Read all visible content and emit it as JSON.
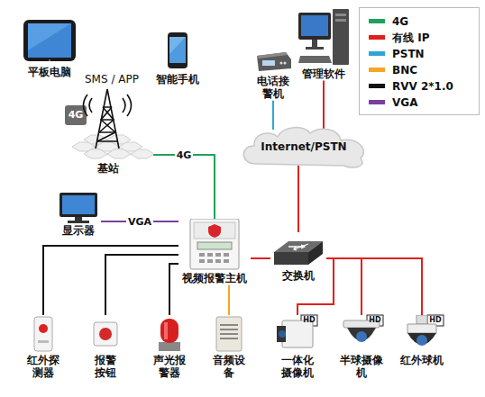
{
  "diagram": {
    "nodes": [
      {
        "text": [
          "平板电脑"
        ]
      },
      {
        "text": [
          "智能手机"
        ]
      },
      {
        "text": [
          "电话接警机"
        ]
      },
      {
        "text": [
          "管理软件"
        ]
      },
      {
        "text": [
          "基站"
        ]
      },
      {
        "text": [
          "Internet/PSTN"
        ]
      },
      {
        "text": [
          "显示器"
        ]
      },
      {
        "text": [
          "视频报警主机"
        ]
      },
      {
        "text": [
          "交换机"
        ]
      },
      {
        "text": [
          "红外探测器"
        ]
      },
      {
        "text": [
          "报警按钮"
        ]
      },
      {
        "text": [
          "声光报警器"
        ]
      },
      {
        "text": [
          "音频设备"
        ]
      },
      {
        "text": [
          "一体化摄像机"
        ]
      },
      {
        "text": [
          "半球摄像机"
        ]
      },
      {
        "text": [
          "红外球机"
        ]
      }
    ],
    "edges": [
      {
        "from": 4,
        "to": 7,
        "arrow": "none",
        "label": "4G"
      },
      {
        "from": 2,
        "to": 5,
        "arrow": "none"
      },
      {
        "from": 3,
        "to": 5,
        "arrow": "none"
      },
      {
        "from": 5,
        "to": 8,
        "arrow": "none"
      },
      {
        "from": 7,
        "to": 6,
        "arrow": "none",
        "label": "VGA"
      },
      {
        "from": 7,
        "to": 8,
        "arrow": "none"
      },
      {
        "from": 8,
        "to": 13,
        "arrow": "none"
      },
      {
        "from": 8,
        "to": 14,
        "arrow": "none"
      },
      {
        "from": 8,
        "to": 15,
        "arrow": "none"
      },
      {
        "from": 7,
        "to": 9,
        "arrow": "none"
      },
      {
        "from": 7,
        "to": 10,
        "arrow": "none"
      },
      {
        "from": 7,
        "to": 11,
        "arrow": "none"
      },
      {
        "from": 7,
        "to": 12,
        "arrow": "none"
      }
    ],
    "labels": [
      "SMS / APP",
      "4G",
      "HD",
      "HD",
      "HD"
    ],
    "legend": [
      {
        "text": "4G",
        "color": "#1fa35a"
      },
      {
        "text": "有线 IP",
        "color": "#e0201c"
      },
      {
        "text": "PSTN",
        "color": "#2ba6d9"
      },
      {
        "text": "BNC",
        "color": "#f5a623"
      },
      {
        "text": "RVV 2*1.0",
        "color": "#111111"
      },
      {
        "text": "VGA",
        "color": "#7a3fa0"
      }
    ]
  }
}
